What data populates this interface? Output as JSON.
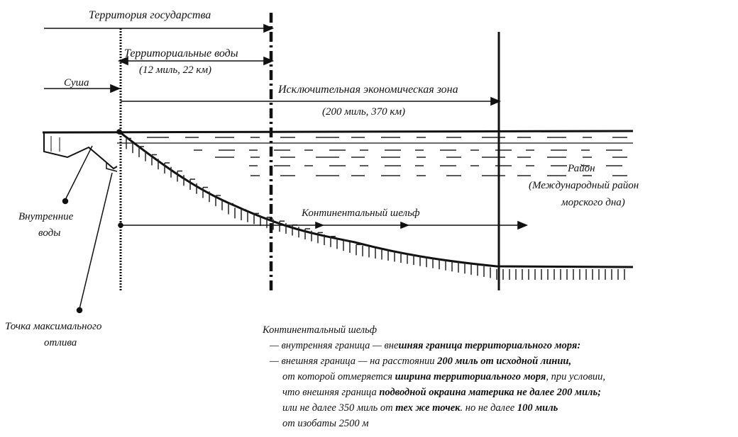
{
  "labels": {
    "state_territory": "Территория государства",
    "territorial_waters": "Территориальные воды",
    "territorial_waters_dist": "(12 миль, 22 км)",
    "land": "Суша",
    "eez": "Исключительная экономическая зона",
    "eez_dist": "(200 миль, 370 км)",
    "area": "Район",
    "area_full_1": "(Международный район",
    "area_full_2": "морского дна)",
    "continental_shelf": "Континентальный шельф",
    "internal_waters_1": "Внутренние",
    "internal_waters_2": "воды",
    "low_tide_1": "Точка максимального",
    "low_tide_2": "отлива"
  },
  "note": {
    "title": "Континентальный шельф",
    "l1_a": "— внутренняя граница — вне",
    "l1_b": "шняя граница территориального моря:",
    "l2_a": "— внешняя граница — на расстоянии ",
    "l2_b": "200 миль от исходной линии,",
    "l3_a": "от которой отмеряется ",
    "l3_b": "ширина территориального моря",
    "l3_c": ", при условии,",
    "l4_a": "что внешняя граница ",
    "l4_b": "подводной окраина материка не далее 200 миль;",
    "l5_a": "или не далее 350 миль от ",
    "l5_b": "тех же точек",
    "l5_c": ". но не далее ",
    "l5_d": "100 миль",
    "l6": "от изобаты 2500 м"
  }
}
